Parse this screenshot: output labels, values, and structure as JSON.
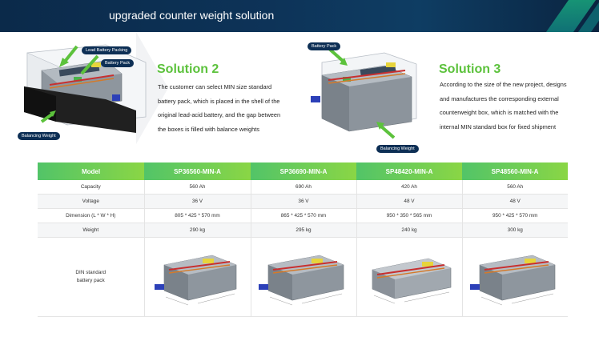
{
  "header": {
    "title": "upgraded counter weight solution"
  },
  "solution2": {
    "title": "Solution 2",
    "lines": [
      "The customer can select MIN size standard",
      "battery pack, which is placed in the shell of the",
      "original lead-acid battery, and the gap between",
      "the boxes is filled with balance weights"
    ],
    "tags": {
      "lead_battery_packing": "Lead Battery Packing",
      "battery_pack": "Battery Pack",
      "balancing_weight": "Balancing Weight"
    }
  },
  "solution3": {
    "title": "Solution 3",
    "lines": [
      "According to the size of the new project, designs",
      "and manufactures the corresponding external",
      "counterweight box, which is matched with the",
      "internal MIN standard box for fixed shipment"
    ],
    "tags": {
      "battery_pack": "Battery Pack",
      "balancing_weight": "Balancing Weight"
    }
  },
  "table": {
    "headers": [
      "Model",
      "SP36560-MIN-A",
      "SP36690-MIN-A",
      "SP48420-MIN-A",
      "SP48560-MIN-A"
    ],
    "rows": [
      [
        "Capacity",
        "560 Ah",
        "690 Ah",
        "420 Ah",
        "560 Ah"
      ],
      [
        "Voltage",
        "36 V",
        "36 V",
        "48 V",
        "48 V"
      ],
      [
        "Dimension (L * W * H)",
        "805 * 425 * 570 mm",
        "865 * 425 * 570 mm",
        "950 * 350 * 565 mm",
        "950 * 425 * 570 mm"
      ],
      [
        "Weight",
        "290 kg",
        "295 kg",
        "240 kg",
        "300 kg"
      ]
    ],
    "pic_row_label_1": "DIN standard",
    "pic_row_label_2": "battery pack"
  },
  "colors": {
    "header_bg": "#0d3358",
    "accent_green": "#5cc23c",
    "tag_bg": "#0d2f55"
  }
}
